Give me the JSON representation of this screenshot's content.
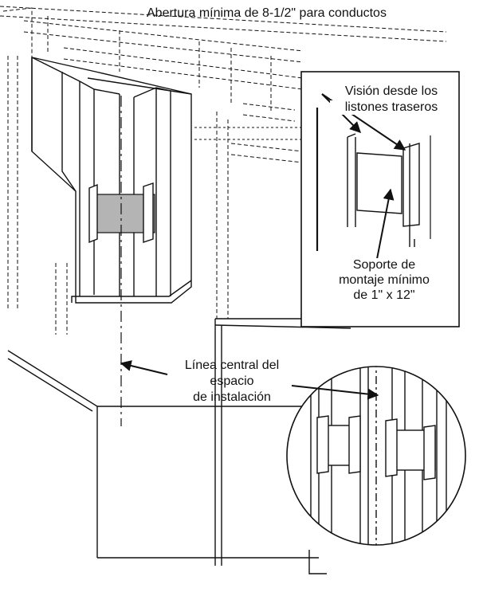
{
  "labels": {
    "top_caption": "Abertura mínima de 8-1/2\" para conductos",
    "inset_view_line1": "Visión desde los",
    "inset_view_line2": "listones traseros",
    "bracket_line1": "Soporte de",
    "bracket_line2": "montaje mínimo",
    "bracket_line3": "de 1\" x 12\"",
    "centerline_line1": "Línea central del",
    "centerline_line2": "espacio",
    "centerline_line3": "de instalación"
  },
  "colors": {
    "line": "#111111",
    "bracket_fill": "#b4b4b4",
    "background": "#ffffff"
  }
}
